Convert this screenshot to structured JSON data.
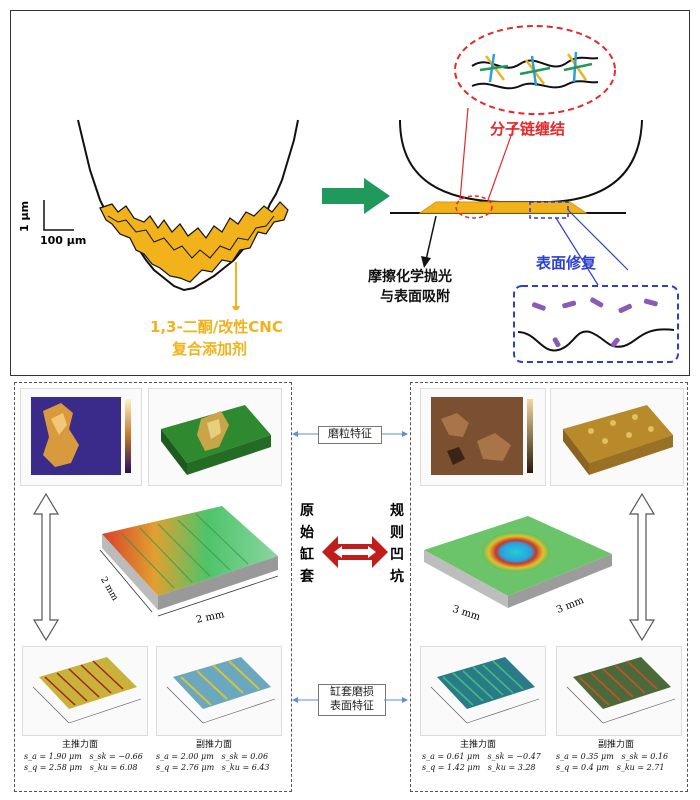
{
  "top": {
    "scale_vertical": "1 μm",
    "scale_horizontal": "100 μm",
    "additive_line1": "1,3-二酮/改性CNC",
    "additive_line2": "复合添加剂",
    "entanglement": "分子链缠结",
    "polish_line1": "摩擦化学抛光",
    "polish_line2": "与表面吸附",
    "repair": "表面修复",
    "colors": {
      "yellow": "#f2b21b",
      "red": "#e5282a",
      "blue": "#2c3fd1",
      "green": "#1f9a5c"
    }
  },
  "bottom": {
    "center_label_1": "磨粒特征",
    "center_label_2_line1": "缸套磨损",
    "center_label_2_line2": "表面特征",
    "left_vertical": [
      "原",
      "始",
      "缸",
      "套"
    ],
    "right_vertical": [
      "规",
      "则",
      "凹",
      "坑"
    ],
    "left_mm": "2 mm",
    "left_mm_side": "2 mm",
    "right_mm_a": "3 mm",
    "right_mm_b": "3 mm",
    "captions": {
      "ll": "主推力面",
      "lr": "副推力面",
      "rl": "主推力面",
      "rr": "副推力面"
    },
    "params": {
      "ll": {
        "a": "s_a = 1.90 μm",
        "b": "s_sk = −0.66",
        "c": "s_q = 2.58 μm",
        "d": "s_ku = 6.08"
      },
      "lr": {
        "a": "s_a = 2.00 μm",
        "b": "s_sk = 0.06",
        "c": "s_q = 2.76 μm",
        "d": "s_ku = 6.43"
      },
      "rl": {
        "a": "s_a = 0.61 μm",
        "b": "s_sk = −0.47",
        "c": "s_q = 1.42 μm",
        "d": "s_ku = 3.28"
      },
      "rr": {
        "a": "s_a = 0.35 μm",
        "b": "s_sk = 0.16",
        "c": "s_q = 0.4 μm",
        "d": "s_ku = 2.71"
      }
    }
  }
}
